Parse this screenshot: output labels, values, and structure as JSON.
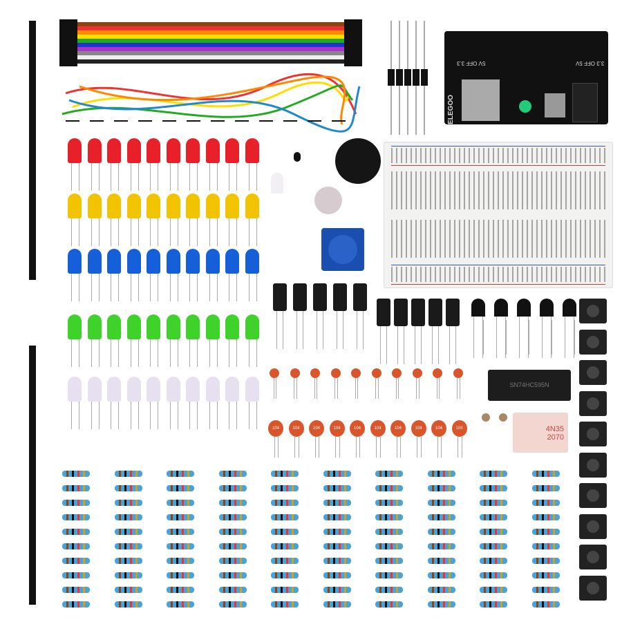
{
  "power_module": {
    "brand": "ELEGOO",
    "left_labels": "5V OFF 3.3",
    "right_labels": "3.3 OFF 5V",
    "colors": {
      "board": "#111111"
    }
  },
  "shift_register": {
    "label": "SN74HC595N"
  },
  "optocoupler": {
    "line1": "4N35",
    "line2": "2070"
  },
  "ceramic_capacitor": {
    "code": "104"
  },
  "led_colors": [
    "#e8202a",
    "#f2c400",
    "#1560d8",
    "#3fd22a",
    "#e6e0f0"
  ],
  "resistor_body_color": "#4aa3d8",
  "breadboard_color": "#f2f2f0"
}
